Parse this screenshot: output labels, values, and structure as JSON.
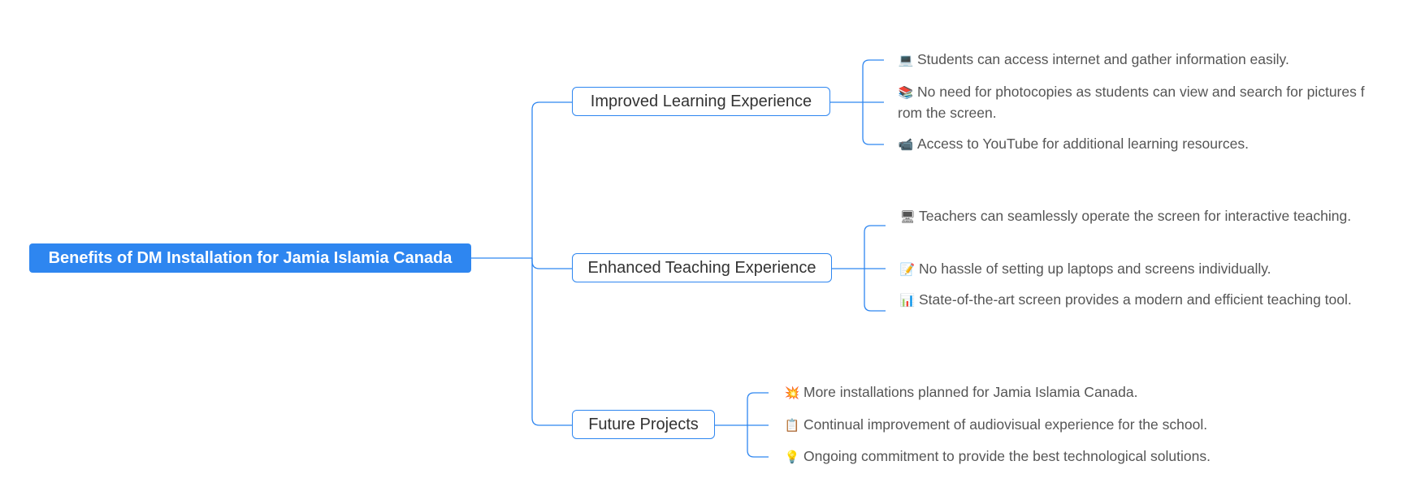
{
  "colors": {
    "accent": "#2e86f0",
    "line": "#2e86f0",
    "leaf_text": "#555555",
    "branch_text": "#333333"
  },
  "root": {
    "label": "Benefits of DM Installation for Jamia Islamia Canada"
  },
  "branches": [
    {
      "label": "Improved Learning Experience",
      "leaves": [
        {
          "icon": "laptop-icon",
          "glyph": "💻",
          "text": "Students can access internet and gather information easily."
        },
        {
          "icon": "books-icon",
          "glyph": "📚",
          "text": "No need for photocopies as students can view and search for pictures from the screen."
        },
        {
          "icon": "video-camera-icon",
          "glyph": "📹",
          "text": "Access to YouTube for additional learning resources."
        }
      ]
    },
    {
      "label": "Enhanced Teaching Experience",
      "leaves": [
        {
          "icon": "monitor-icon",
          "glyph": "🖥",
          "text": "Teachers can seamlessly operate the screen for interactive teaching."
        },
        {
          "icon": "memo-icon",
          "glyph": "📝",
          "text": "No hassle of setting up laptops and screens individually."
        },
        {
          "icon": "bar-chart-icon",
          "glyph": "📊",
          "text": "State-of-the-art screen provides a modern and efficient teaching tool."
        }
      ]
    },
    {
      "label": "Future Projects",
      "leaves": [
        {
          "icon": "sparkle-icon",
          "glyph": "💥",
          "text": "More installations planned for Jamia Islamia Canada."
        },
        {
          "icon": "clipboard-icon",
          "glyph": "📋",
          "text": "Continual improvement of audiovisual experience for the school."
        },
        {
          "icon": "lightbulb-icon",
          "glyph": "💡",
          "text": "Ongoing commitment to provide the best technological solutions."
        }
      ]
    }
  ]
}
